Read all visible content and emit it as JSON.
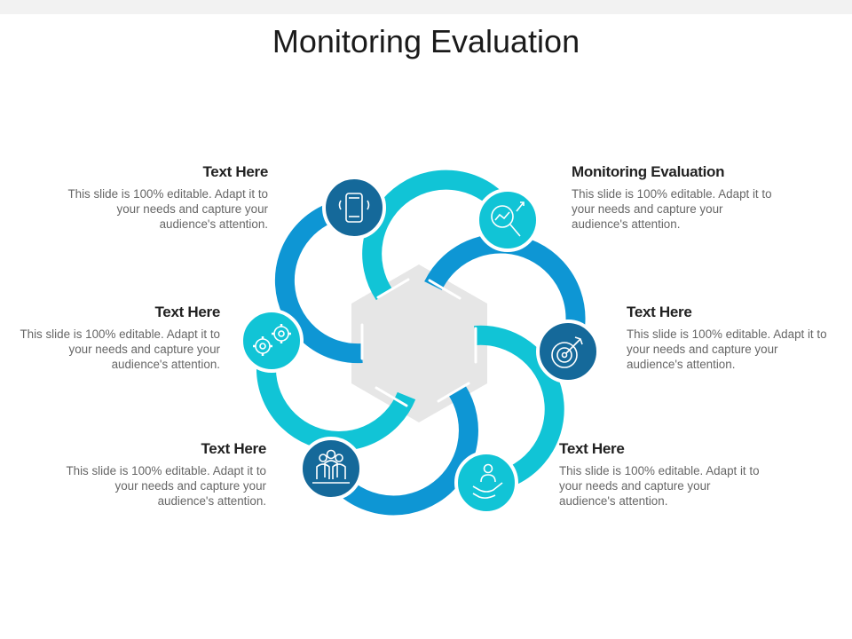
{
  "title": "Monitoring Evaluation",
  "colors": {
    "light_blue": "#11c4d6",
    "mid_blue": "#0e96d4",
    "dark_blue": "#15699a",
    "hexagon": "#e6e6e6"
  },
  "items": [
    {
      "heading": "Text Here",
      "body": "This slide is 100% editable. Adapt it to your needs and capture your audience's attention.",
      "icon": "smartphone-icon"
    },
    {
      "heading": "Monitoring Evaluation",
      "body": "This slide is 100% editable. Adapt it to your needs and capture your audience's attention.",
      "icon": "magnifier-analytics-icon"
    },
    {
      "heading": "Text Here",
      "body": "This slide is 100% editable. Adapt it to your needs and capture your audience's attention.",
      "icon": "gears-icon"
    },
    {
      "heading": "Text Here",
      "body": "This slide is 100% editable. Adapt it to your needs and capture your audience's attention.",
      "icon": "target-icon"
    },
    {
      "heading": "Text Here",
      "body": "This slide is 100% editable. Adapt it to your needs and capture your audience's attention.",
      "icon": "team-icon"
    },
    {
      "heading": "Text Here",
      "body": "This slide is 100% editable. Adapt it to your needs and capture your audience's attention.",
      "icon": "hand-person-icon"
    }
  ]
}
